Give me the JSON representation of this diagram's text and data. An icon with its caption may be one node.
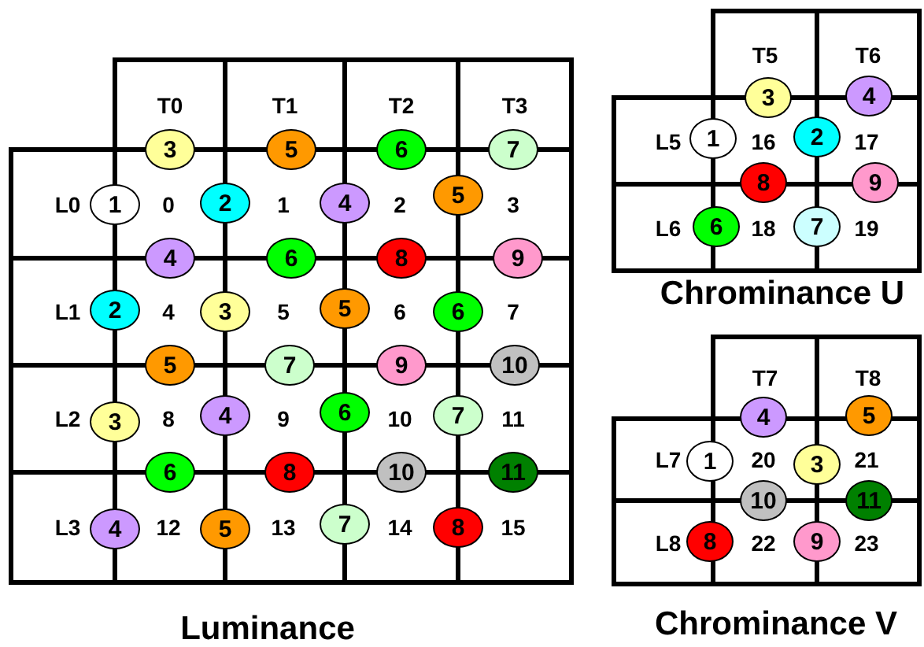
{
  "diagram": {
    "nodes": [
      {
        "text": [
          "Luminance"
        ]
      },
      {
        "text": [
          "T0"
        ],
        "in": 0
      },
      {
        "text": [
          "T1"
        ],
        "in": 0
      },
      {
        "text": [
          "T2"
        ],
        "in": 0
      },
      {
        "text": [
          "T3"
        ],
        "in": 0
      },
      {
        "text": [
          "L0"
        ],
        "in": 0
      },
      {
        "text": [
          "0"
        ],
        "in": 0
      },
      {
        "text": [
          "1"
        ],
        "in": 0
      },
      {
        "text": [
          "2"
        ],
        "in": 0
      },
      {
        "text": [
          "3"
        ],
        "in": 0
      },
      {
        "text": [
          "L1"
        ],
        "in": 0
      },
      {
        "text": [
          "4"
        ],
        "in": 0
      },
      {
        "text": [
          "5"
        ],
        "in": 0
      },
      {
        "text": [
          "6"
        ],
        "in": 0
      },
      {
        "text": [
          "7"
        ],
        "in": 0
      },
      {
        "text": [
          "L2"
        ],
        "in": 0
      },
      {
        "text": [
          "8"
        ],
        "in": 0
      },
      {
        "text": [
          "9"
        ],
        "in": 0
      },
      {
        "text": [
          "10"
        ],
        "in": 0
      },
      {
        "text": [
          "11"
        ],
        "in": 0
      },
      {
        "text": [
          "L3"
        ],
        "in": 0
      },
      {
        "text": [
          "12"
        ],
        "in": 0
      },
      {
        "text": [
          "13"
        ],
        "in": 0
      },
      {
        "text": [
          "14"
        ],
        "in": 0
      },
      {
        "text": [
          "15"
        ],
        "in": 0
      },
      {
        "text": [
          "3"
        ],
        "in": 0
      },
      {
        "text": [
          "5"
        ],
        "in": 0
      },
      {
        "text": [
          "6"
        ],
        "in": 0
      },
      {
        "text": [
          "7"
        ],
        "in": 0
      },
      {
        "text": [
          "1"
        ],
        "in": 0
      },
      {
        "text": [
          "2"
        ],
        "in": 0
      },
      {
        "text": [
          "4"
        ],
        "in": 0
      },
      {
        "text": [
          "5"
        ],
        "in": 0
      },
      {
        "text": [
          "4"
        ],
        "in": 0
      },
      {
        "text": [
          "6"
        ],
        "in": 0
      },
      {
        "text": [
          "8"
        ],
        "in": 0
      },
      {
        "text": [
          "9"
        ],
        "in": 0
      },
      {
        "text": [
          "2"
        ],
        "in": 0
      },
      {
        "text": [
          "3"
        ],
        "in": 0
      },
      {
        "text": [
          "5"
        ],
        "in": 0
      },
      {
        "text": [
          "6"
        ],
        "in": 0
      },
      {
        "text": [
          "5"
        ],
        "in": 0
      },
      {
        "text": [
          "7"
        ],
        "in": 0
      },
      {
        "text": [
          "9"
        ],
        "in": 0
      },
      {
        "text": [
          "10"
        ],
        "in": 0
      },
      {
        "text": [
          "3"
        ],
        "in": 0
      },
      {
        "text": [
          "4"
        ],
        "in": 0
      },
      {
        "text": [
          "6"
        ],
        "in": 0
      },
      {
        "text": [
          "7"
        ],
        "in": 0
      },
      {
        "text": [
          "6"
        ],
        "in": 0
      },
      {
        "text": [
          "8"
        ],
        "in": 0
      },
      {
        "text": [
          "10"
        ],
        "in": 0
      },
      {
        "text": [
          "11"
        ],
        "in": 0
      },
      {
        "text": [
          "4"
        ],
        "in": 0
      },
      {
        "text": [
          "5"
        ],
        "in": 0
      },
      {
        "text": [
          "7"
        ],
        "in": 0
      },
      {
        "text": [
          "8"
        ],
        "in": 0
      },
      {
        "text": [
          "Chrominance U"
        ]
      },
      {
        "text": [
          "T5"
        ],
        "in": 57
      },
      {
        "text": [
          "T6"
        ],
        "in": 57
      },
      {
        "text": [
          "L5"
        ],
        "in": 57
      },
      {
        "text": [
          "16"
        ],
        "in": 57
      },
      {
        "text": [
          "17"
        ],
        "in": 57
      },
      {
        "text": [
          "L6"
        ],
        "in": 57
      },
      {
        "text": [
          "18"
        ],
        "in": 57
      },
      {
        "text": [
          "19"
        ],
        "in": 57
      },
      {
        "text": [
          "3"
        ],
        "in": 57
      },
      {
        "text": [
          "4"
        ],
        "in": 57
      },
      {
        "text": [
          "1"
        ],
        "in": 57
      },
      {
        "text": [
          "2"
        ],
        "in": 57
      },
      {
        "text": [
          "8"
        ],
        "in": 57
      },
      {
        "text": [
          "9"
        ],
        "in": 57
      },
      {
        "text": [
          "6"
        ],
        "in": 57
      },
      {
        "text": [
          "7"
        ],
        "in": 57
      },
      {
        "text": [
          "Chrominance V"
        ]
      },
      {
        "text": [
          "T7"
        ],
        "in": 74
      },
      {
        "text": [
          "T8"
        ],
        "in": 74
      },
      {
        "text": [
          "L7"
        ],
        "in": 74
      },
      {
        "text": [
          "20"
        ],
        "in": 74
      },
      {
        "text": [
          "21"
        ],
        "in": 74
      },
      {
        "text": [
          "L8"
        ],
        "in": 74
      },
      {
        "text": [
          "22"
        ],
        "in": 74
      },
      {
        "text": [
          "23"
        ],
        "in": 74
      },
      {
        "text": [
          "4"
        ],
        "in": 74
      },
      {
        "text": [
          "5"
        ],
        "in": 74
      },
      {
        "text": [
          "1"
        ],
        "in": 74
      },
      {
        "text": [
          "3"
        ],
        "in": 74
      },
      {
        "text": [
          "10"
        ],
        "in": 74
      },
      {
        "text": [
          "11"
        ],
        "in": 74
      },
      {
        "text": [
          "8"
        ],
        "in": 74
      },
      {
        "text": [
          "9"
        ],
        "in": 74
      }
    ]
  }
}
